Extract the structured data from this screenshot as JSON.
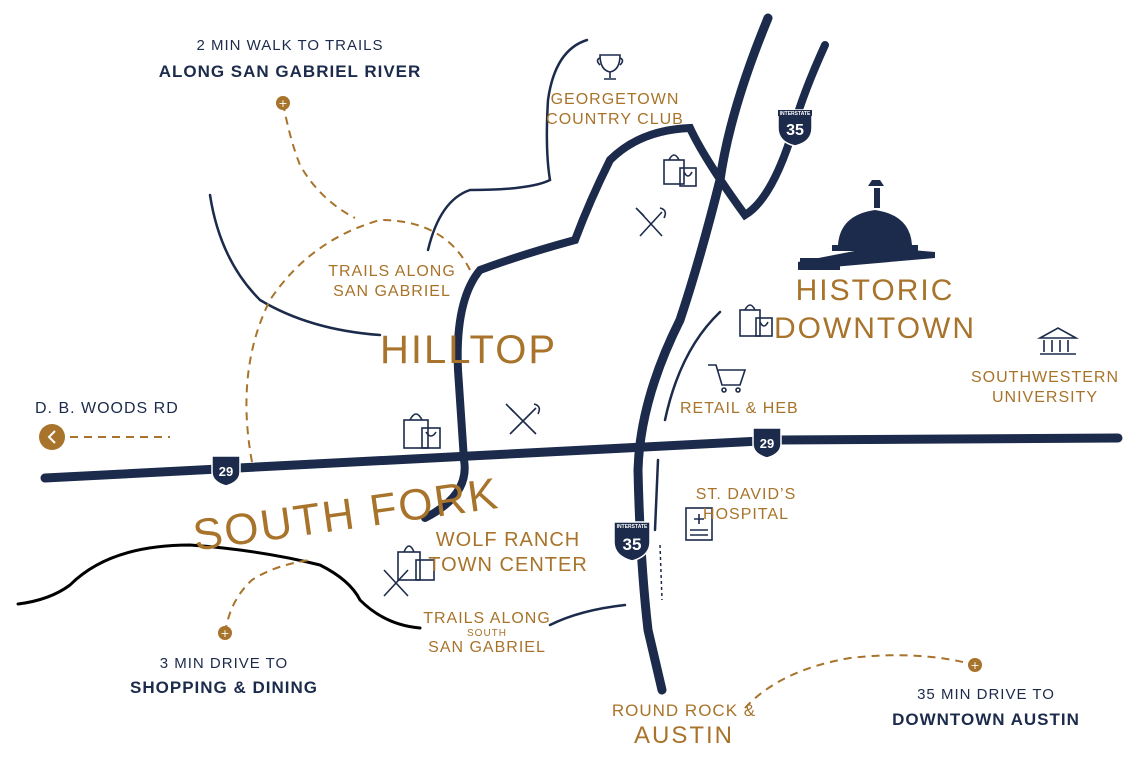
{
  "colors": {
    "navy": "#1c2b4b",
    "gold": "#a8732a",
    "background": "#ffffff"
  },
  "callouts": {
    "trails_river": {
      "line1": "2 MIN WALK TO TRAILS",
      "line2": "ALONG SAN GABRIEL RIVER"
    },
    "shopping": {
      "line1": "3 MIN DRIVE TO",
      "line2": "SHOPPING & DINING"
    },
    "austin": {
      "line1": "35 MIN DRIVE TO",
      "line2": "DOWNTOWN AUSTIN"
    },
    "db_woods": {
      "label": "D. B. WOODS RD",
      "icon": "chevron-left-icon"
    }
  },
  "areas": {
    "hilltop": "HILLTOP",
    "south_fork": "SOUTH FORK",
    "historic_downtown": {
      "line1": "HISTORIC",
      "line2": "DOWNTOWN"
    }
  },
  "places": {
    "trails_san_gabriel": {
      "line1": "TRAILS ALONG",
      "line2": "SAN GABRIEL"
    },
    "georgetown_cc": {
      "line1": "GEORGETOWN",
      "line2": "COUNTRY CLUB"
    },
    "retail_heb": "RETAIL & HEB",
    "southwestern": {
      "line1": "SOUTHWESTERN",
      "line2": "UNIVERSITY"
    },
    "st_davids": {
      "line1": "ST. DAVID’S",
      "line2": "HOSPITAL"
    },
    "wolf_ranch": {
      "line1": "WOLF RANCH",
      "line2": "TOWN CENTER"
    },
    "trails_south": {
      "line1": "TRAILS ALONG",
      "line2": "SOUTH",
      "line3": "SAN GABRIEL"
    },
    "round_rock": {
      "line1": "ROUND ROCK &",
      "line2": "AUSTIN"
    }
  },
  "shields": {
    "i35_top": {
      "header": "INTERSTATE",
      "number": "35"
    },
    "i35_bottom": {
      "header": "INTERSTATE",
      "number": "35"
    },
    "sh29_left": "29",
    "sh29_right": "29"
  },
  "icons": [
    "trophy-icon",
    "shopping-bags-icon",
    "fork-knife-icon",
    "capitol-icon",
    "cart-icon",
    "university-icon",
    "hospital-icon"
  ]
}
